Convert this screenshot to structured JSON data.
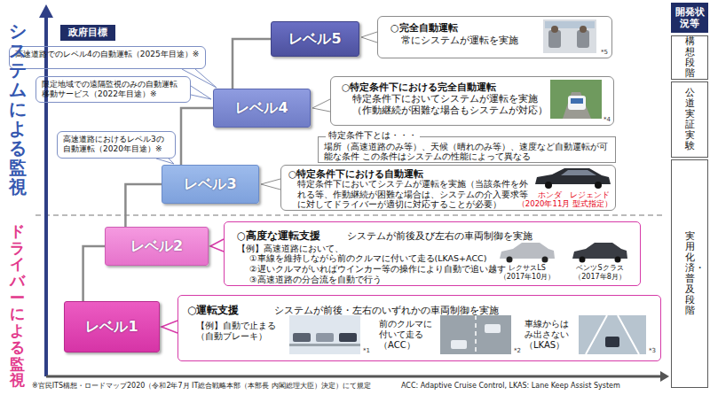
{
  "diagram": {
    "nodes": [
      {
        "text": [
          "開発状況等"
        ]
      },
      {
        "text": [
          "構想段階"
        ]
      },
      {
        "text": [
          "公道実証実験"
        ]
      },
      {
        "text": [
          "実用化済・普及段階"
        ]
      },
      {
        "text": [
          "政府目標"
        ]
      },
      {
        "text": [
          "高速道路でのレベル4の自動運転（2025年目途）※"
        ]
      },
      {
        "text": [
          "限定地域での遠隔監視のみの自動運転移動サービス（2022年目途）※"
        ]
      },
      {
        "text": [
          "高速道路におけるレベル3の自動運転（2020年目途）※"
        ]
      },
      {
        "text": [
          "レベル5"
        ]
      },
      {
        "text": [
          "○完全自動運転",
          "常にシステムが運転を実施",
          "*5"
        ]
      },
      {
        "text": [
          "レベル4"
        ]
      },
      {
        "text": [
          "○特定条件下における完全自動運転",
          "特定条件下においてシステムが運転を実施（作動継続が困難な場合もシステムが対応）",
          "*4"
        ]
      },
      {
        "text": [
          "特定条件下とは・・・",
          "場所（高速道路のみ等）、天候（晴れのみ等）、速度など自動運転が可能な条件 この条件はシステムの性能によって異なる"
        ]
      },
      {
        "text": [
          "レベル3"
        ]
      },
      {
        "text": [
          "○特定条件下における自動運転",
          "特定条件下においてシステムが運転を実施（当該条件を外れる等、作動継続が困難な場合は、システムの介入要求等に対してドライバーが適切に対応することが必要）",
          "ホンダ　レジェンド",
          "（2020年11月 型式指定）"
        ]
      },
      {
        "text": [
          "レベル2"
        ]
      },
      {
        "text": [
          "○高度な運転支援",
          "システムが前後及び左右の車両制御を実施",
          "【例】高速道路において、",
          "①車線を維持しながら前のクルマに付いて走る(LKAS+ACC)",
          "②遅いクルマがいればウインカー等の操作により自動で追い越す",
          "③高速道路の分合流を自動で行う",
          "レクサスLS（2017年10月）",
          "ベンツSクラス（2017年8月）"
        ]
      },
      {
        "text": [
          "レベル1"
        ]
      },
      {
        "text": [
          "○運転支援",
          "システムが前後・左右のいずれかの車両制御を実施",
          "【例】自動で止まる（自動ブレーキ）",
          "前のクルマに付いて走る（ACC）",
          "車線からはみ出さない（LKAS）",
          "*1",
          "*2",
          "*3"
        ]
      }
    ],
    "edges": [
      {
        "from": 17,
        "to": 15,
        "arrow": "none"
      },
      {
        "from": 15,
        "to": 13,
        "arrow": "none"
      },
      {
        "from": 13,
        "to": 10,
        "arrow": "none"
      },
      {
        "from": 10,
        "to": 8,
        "arrow": "none"
      }
    ],
    "labels": [
      "システムによる監視",
      "ドライバーによる監視",
      "※官民ITS構想・ロードマップ2020（令和2年7月 IT総合戦略本部（本部長 内閣総理大臣）決定）にて規定",
      "ACC: Adaptive Cruise Control, LKAS: Lane Keep Assist System"
    ]
  }
}
